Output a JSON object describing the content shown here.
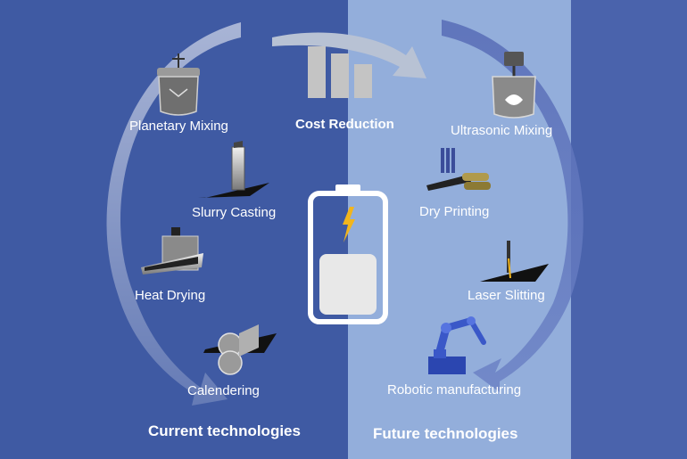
{
  "center": {
    "title": "Cost Reduction"
  },
  "current": {
    "heading": "Current technologies",
    "steps": [
      {
        "label": "Planetary Mixing",
        "icon": "planetary-mixer-icon"
      },
      {
        "label": "Slurry Casting",
        "icon": "slurry-casting-icon"
      },
      {
        "label": "Heat Drying",
        "icon": "heat-dryer-icon"
      },
      {
        "label": "Calendering",
        "icon": "calender-rollers-icon"
      }
    ]
  },
  "future": {
    "heading": "Future technologies",
    "steps": [
      {
        "label": "Ultrasonic Mixing",
        "icon": "ultrasonic-mixer-icon"
      },
      {
        "label": "Dry Printing",
        "icon": "dry-printing-icon"
      },
      {
        "label": "Laser Slitting",
        "icon": "laser-slitting-icon"
      },
      {
        "label": "Robotic manufacturing",
        "icon": "robotic-arm-icon"
      }
    ]
  },
  "colors": {
    "dark_panel": "#3f5aa3",
    "light_panel": "#93aedb",
    "right_strip": "#4a63ac",
    "lightning": "#f2b51c"
  }
}
